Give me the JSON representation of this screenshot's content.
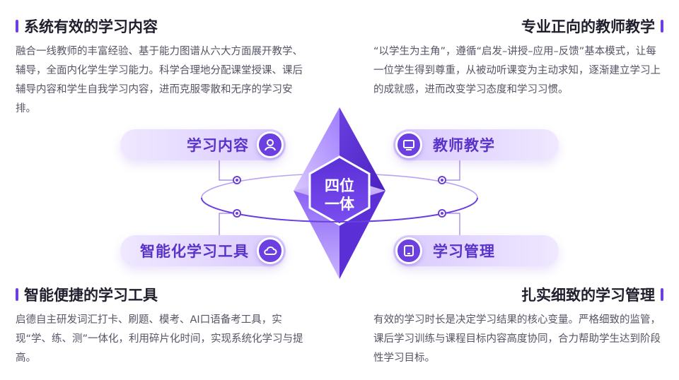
{
  "blocks": {
    "top_left": {
      "title": "系统有效的学习内容",
      "desc": "融合一线教师的丰富经验、基于能力图谱从六大方面展开教学、辅导，全面内化学生学习能力。科学合理地分配课堂授课、课后辅导内容和学生自我学习内容，进而克服零散和无序的学习安排。"
    },
    "top_right": {
      "title": "专业正向的教师教学",
      "desc": "“以学生为主角”，遵循“启发–讲授–应用–反馈”基本模式，让每一位学生得到尊重，从被动听课变为主动求知，逐渐建立学习上的成就感，进而改变学习态度和学习习惯。"
    },
    "bottom_left": {
      "title": "智能便捷的学习工具",
      "desc": "启德自主研发词汇打卡、刷题、模考、AI口语备考工具，实现“学、练、测”一体化，利用碎片化时间，实现系统化学习与提高。"
    },
    "bottom_right": {
      "title": "扎实细致的学习管理",
      "desc": "有效的学习时长是决定学习结果的核心变量。严格细致的监管，课后学习训练与课程目标内容高度协同，合力帮助学生达到阶段性学习目标。"
    }
  },
  "diagram": {
    "center_line1": "四位",
    "center_line2": "一体",
    "pills": {
      "content": "学习内容",
      "teaching": "教师教学",
      "tools": "智能化学习工具",
      "management": "学习管理"
    },
    "icons": {
      "content": "person-icon",
      "teaching": "monitor-icon",
      "tools": "cloud-icon",
      "management": "tablet-icon"
    }
  },
  "colors": {
    "accent": "#6b3fe0",
    "pill_light": "#efe8ff",
    "pill_dark": "#d9c9ff",
    "crystal_dark": "#5a2fd6",
    "crystal_light": "#b79bff"
  }
}
